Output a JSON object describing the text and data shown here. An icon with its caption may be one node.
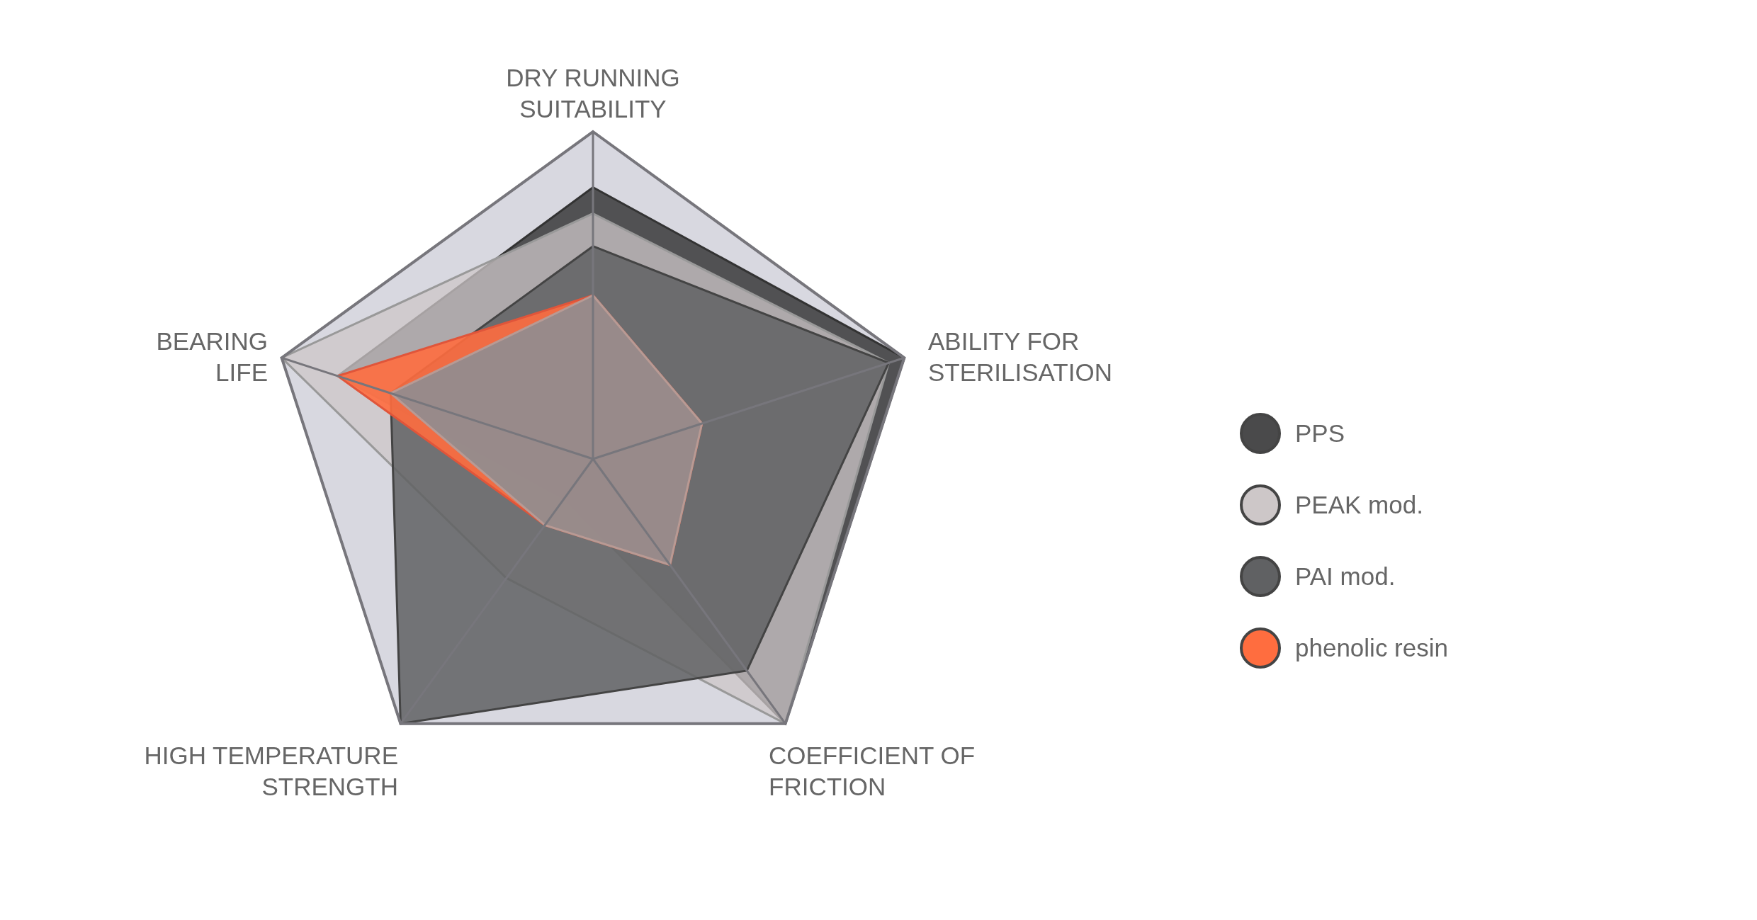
{
  "diagram": {
    "labels": [
      "DRY RUNNING SUITABILITY",
      "ABILITY FOR STERILISATION",
      "COEFFICIENT OF FRICTION",
      "HIGH TEMPERATURE STRENGTH",
      "BEARING LIFE"
    ],
    "legend": [
      {
        "text": "PPS",
        "color": "#4a4a4b"
      },
      {
        "text": "PEAK mod.",
        "color": "#cdc7c8"
      },
      {
        "text": "PAI mod.",
        "color": "#606163"
      },
      {
        "text": "phenolic resin",
        "color": "#ff6d3f"
      }
    ]
  }
}
